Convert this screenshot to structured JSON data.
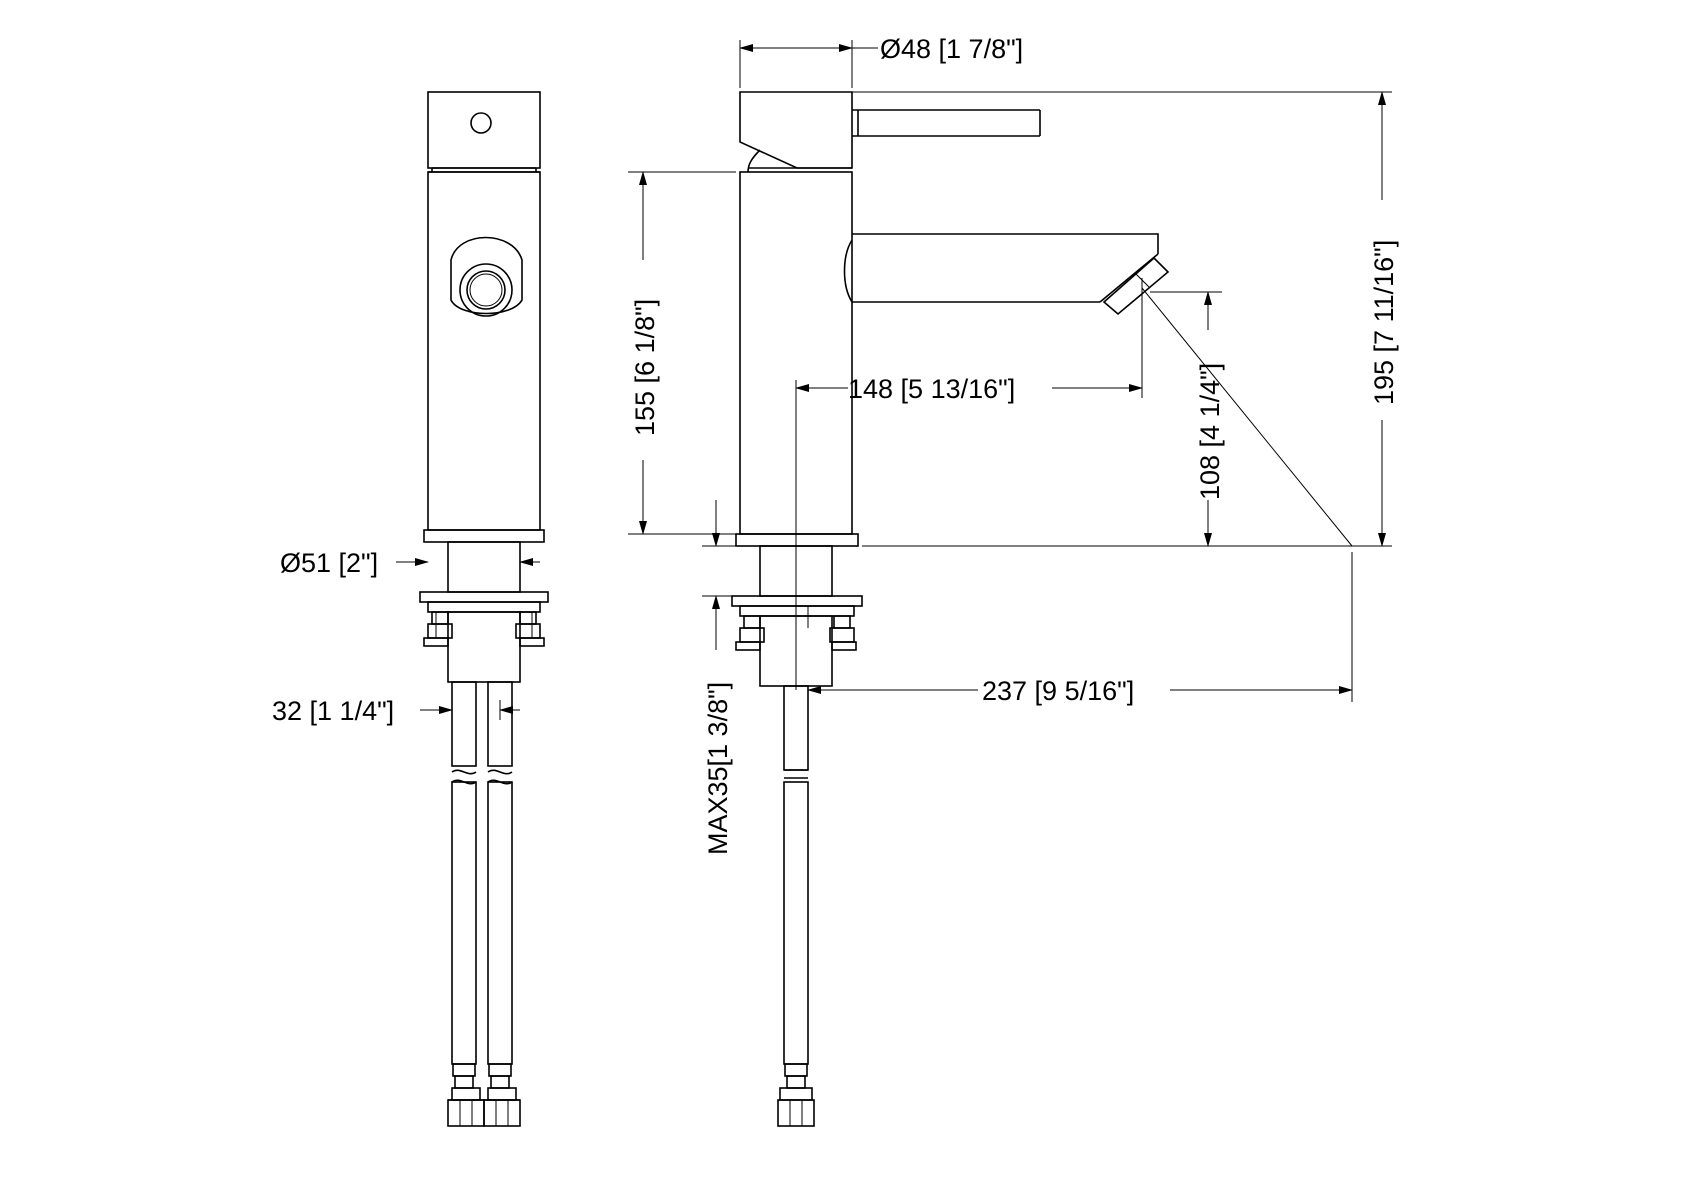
{
  "dimensions": {
    "spout_diameter": "Ø48 [1 7/8\"]",
    "total_height": "195 [7 11/16\"]",
    "body_height": "155 [6 1/8\"]",
    "spout_reach": "148 [5 13/16\"]",
    "outlet_height": "108 [4 1/4\"]",
    "base_diameter": "Ø51 [2\"]",
    "hose_spacing": "32 [1 1/4\"]",
    "max_deck": "MAX35[1 3/8\"]",
    "overall_reach": "237 [9 5/16\"]"
  }
}
